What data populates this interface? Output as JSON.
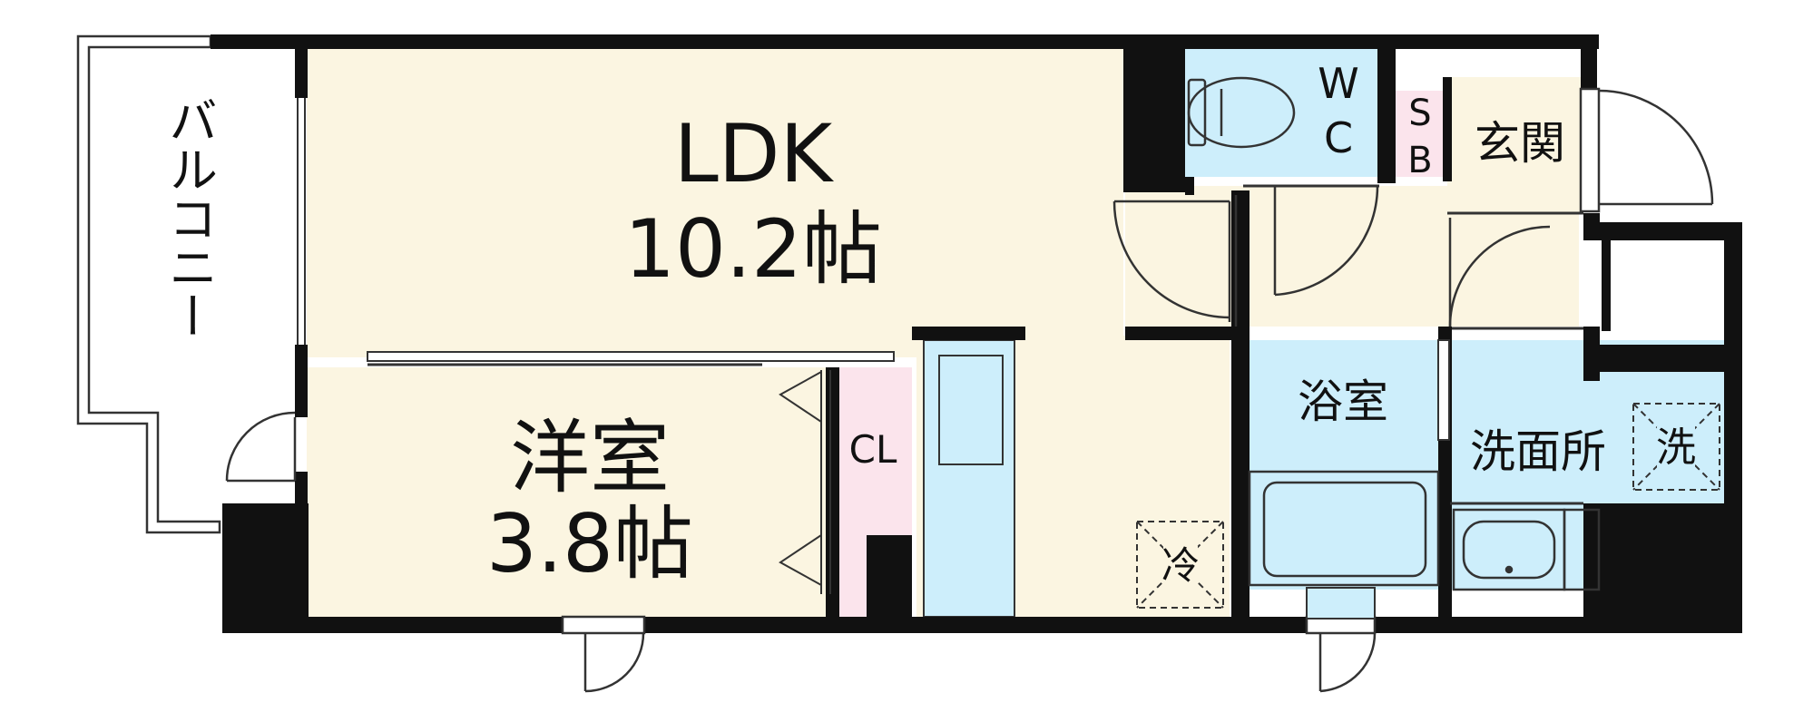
{
  "rooms": {
    "ldk": {
      "name": "LDK",
      "size": "10.2帖"
    },
    "bedroom": {
      "name": "洋室",
      "size": "3.8帖"
    },
    "balcony": {
      "name": "バルコニー"
    },
    "wc": {
      "line1": "W",
      "line2": "C"
    },
    "sb": {
      "line1": "S",
      "line2": "B"
    },
    "entrance": {
      "name": "玄関"
    },
    "bath": {
      "name": "浴室"
    },
    "washroom": {
      "name": "洗面所"
    },
    "closet": {
      "name": "CL"
    },
    "fridge": {
      "name": "冷"
    },
    "washer": {
      "name": "洗"
    }
  },
  "colors": {
    "wall": "#111111",
    "wet_area": "#cdeefb",
    "living_floor": "#fbf5e1",
    "closet_floor": "#fbe4ec",
    "outline": "#333333"
  }
}
